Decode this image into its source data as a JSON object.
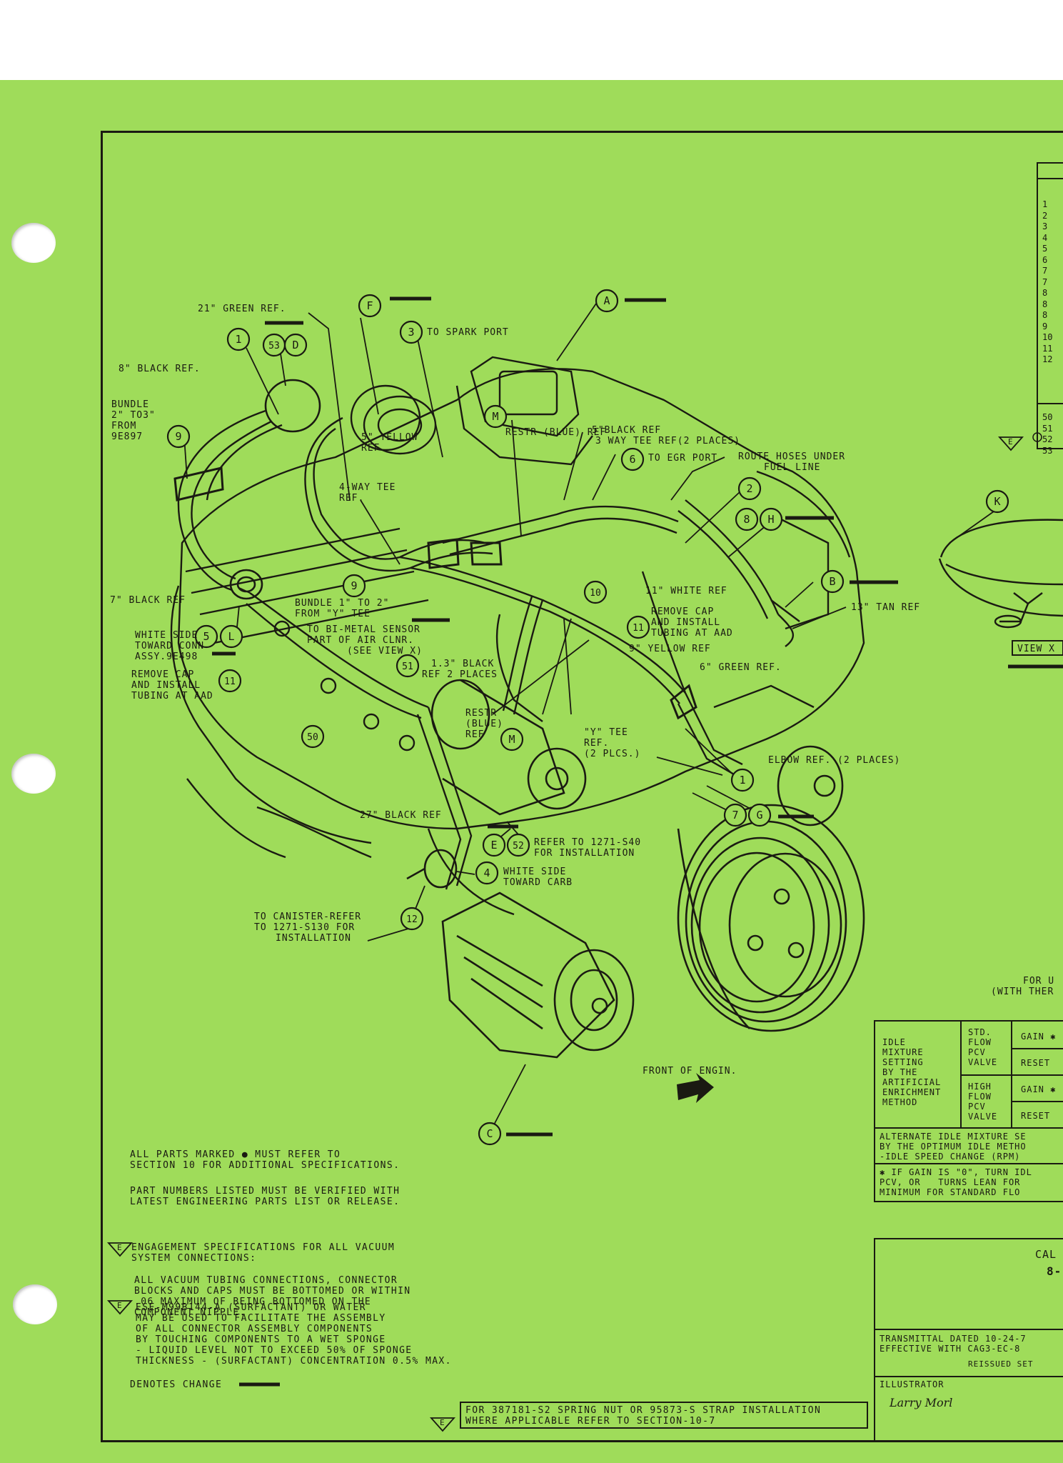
{
  "callouts": [
    {
      "id": "c1a",
      "text": "1"
    },
    {
      "id": "c53",
      "text": "53"
    },
    {
      "id": "cD",
      "text": "D"
    },
    {
      "id": "cF",
      "text": "F"
    },
    {
      "id": "c3",
      "text": "3"
    },
    {
      "id": "cA",
      "text": "A"
    },
    {
      "id": "c9a",
      "text": "9"
    },
    {
      "id": "cM1",
      "text": "M"
    },
    {
      "id": "c6",
      "text": "6"
    },
    {
      "id": "c2",
      "text": "2"
    },
    {
      "id": "c8",
      "text": "8"
    },
    {
      "id": "cH",
      "text": "H"
    },
    {
      "id": "cK",
      "text": "K"
    },
    {
      "id": "cB",
      "text": "B"
    },
    {
      "id": "c9b",
      "text": "9"
    },
    {
      "id": "c10",
      "text": "10"
    },
    {
      "id": "c11a",
      "text": "11"
    },
    {
      "id": "c5",
      "text": "5"
    },
    {
      "id": "cL",
      "text": "L"
    },
    {
      "id": "c51",
      "text": "51"
    },
    {
      "id": "c11b",
      "text": "11"
    },
    {
      "id": "c50",
      "text": "50"
    },
    {
      "id": "cM2",
      "text": "M"
    },
    {
      "id": "c1b",
      "text": "1"
    },
    {
      "id": "c7",
      "text": "7"
    },
    {
      "id": "cG",
      "text": "G"
    },
    {
      "id": "cE",
      "text": "E"
    },
    {
      "id": "c52",
      "text": "52"
    },
    {
      "id": "c4",
      "text": "4"
    },
    {
      "id": "c12",
      "text": "12"
    },
    {
      "id": "cC",
      "text": "C"
    }
  ],
  "labels": {
    "green21": "21\" GREEN REF.",
    "black8": "8\" BLACK REF.",
    "bundle1": "BUNDLE",
    "bundle2": "2\" TO3\"",
    "bundle3": "FROM",
    "bundle4": "9E897",
    "spark": "TO SPARK PORT",
    "restrBlue": "RESTR (BLUE) REF",
    "yellow5a": "5\" YELLOW",
    "yellow5b": "REF.",
    "black5": "5\"BLACK REF",
    "wayTee3": "3 WAY TEE REF(2 PLACES)",
    "egr": "TO EGR PORT",
    "route1": "ROUTE HOSES UNDER",
    "route2": "FUEL LINE",
    "tee4a": "4-WAY TEE",
    "tee4b": "REF.",
    "black7": "7\" BLACK REF",
    "bundleY1": "BUNDLE 1\" TO 2\"",
    "bundleY2": "FROM \"Y\" TEE",
    "white11": "11\" WHITE REF",
    "removeA1": "REMOVE CAP",
    "removeA2": "AND INSTALL",
    "removeA3": "TUBING AT AAD",
    "tan13": "13\" TAN REF",
    "whiteSide1": "WHITE SIDE",
    "whiteSide2": "TOWARD CONN",
    "whiteSide3": "ASSY.9E498",
    "bimetal1": "TO BI-METAL SENSOR",
    "bimetal2": "PART OF AIR CLNR.",
    "bimetal3": "(SEE VIEW X)",
    "yellow9": "9\" YELLOW REF",
    "black13a": "1.3\" BLACK",
    "black13b": "REF 2 PLACES",
    "green6": "6\" GREEN REF.",
    "removeB1": "REMOVE CAP",
    "removeB2": "AND INSTALL",
    "removeB3": "TUBING AT AAD",
    "restr2a": "RESTR",
    "restr2b": "(BLUE)",
    "restr2c": "REF",
    "yTee1": "\"Y\" TEE",
    "yTee2": "REF.",
    "yTee3": "(2 PLCS.)",
    "elbow": "ELBOW REF. (2 PLACES)",
    "black27": "27\" BLACK REF",
    "refer1": "REFER TO 1271-S40",
    "refer2": "FOR INSTALLATION",
    "whiteCarb1": "WHITE SIDE",
    "whiteCarb2": "TOWARD CARB",
    "canister1": "TO CANISTER-REFER",
    "canister2": "TO 1271-S130 FOR",
    "canister3": "INSTALLATION",
    "front": "FRONT OF ENGIN.",
    "viewX": "VIEW X",
    "forU1": "FOR U",
    "forU2": "(WITH THER"
  },
  "right_index": {
    "top": [
      "1",
      "2",
      "3",
      "4",
      "5",
      "6",
      "7",
      "7",
      "8",
      "8",
      "8",
      "9",
      "10",
      "11",
      "12"
    ],
    "bottom": [
      "50",
      "51",
      "52",
      "53"
    ]
  },
  "notes": {
    "n1": "ALL PARTS MARKED ● MUST REFER TO\nSECTION 10 FOR ADDITIONAL SPECIFICATIONS.",
    "n2": "PART NUMBERS LISTED MUST BE VERIFIED WITH\nLATEST ENGINEERING PARTS LIST OR RELEASE.",
    "n3": "ENGAGEMENT SPECIFICATIONS FOR ALL VACUUM\nSYSTEM CONNECTIONS:",
    "n4": "ALL VACUUM TUBING CONNECTIONS, CONNECTOR\nBLOCKS AND CAPS MUST BE BOTTOMED OR WITHIN\n.06 MAXIMUM OF BEING BOTTOMED ON THE\nCOMPONENT NIPPLE.",
    "n5": "ESE-M99B144-A (SURFACTANT) OR WATER\nMAY BE USED TO FACILITATE THE ASSEMBLY\nOF ALL CONNECTOR ASSEMBLY COMPONENTS\nBY TOUCHING COMPONENTS TO A WET SPONGE\n- LIQUID LEVEL NOT TO EXCEED 50% OF SPONGE\nTHICKNESS - (SURFACTANT) CONCENTRATION 0.5% MAX.",
    "n6": "DENOTES CHANGE",
    "n7": "FOR 387181-S2 SPRING NUT OR 95873-S STRAP INSTALLATION\nWHERE APPLICABLE REFER TO SECTION-10-7"
  },
  "idle_table": {
    "method": "IDLE\nMIXTURE\nSETTING\nBY THE\nARTIFICIAL\nENRICHMENT\nMETHOD",
    "std": "STD.\nFLOW\nPCV\nVALVE",
    "high": "HIGH\nFLOW\nPCV\nVALVE",
    "gain1": "GAIN ✱",
    "reset1": "RESET",
    "gain2": "GAIN ✱",
    "reset2": "RESET",
    "alt": "ALTERNATE IDLE MIXTURE SE\nBY THE OPTIMUM IDLE METHO\n-IDLE SPEED CHANGE (RPM)",
    "ifgain": "✱ IF GAIN IS \"0\", TURN IDL\nPCV, OR   TURNS LEAN FOR\nMINIMUM FOR STANDARD FLO"
  },
  "title_block": {
    "cal": "CAL",
    "num": "8-",
    "transmittal": "TRANSMITTAL DATED 10-24-7\nEFFECTIVE WITH CAG3-EC-8",
    "reissued": "REISSUED SET",
    "illustrator": "ILLUSTRATOR",
    "signature": "Larry Morl"
  }
}
